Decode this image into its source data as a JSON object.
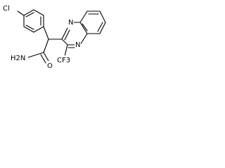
{
  "molecule": {
    "atom_labels": {
      "chlorine": "Cl",
      "amide_nitrogen": "H2N",
      "amide_oxygen": "O",
      "quinoxaline_n1": "N",
      "quinoxaline_n4": "N",
      "trifluoromethyl": "CF3"
    },
    "colors": {
      "bond": "#000000",
      "text": "#000000",
      "background": "#ffffff"
    }
  }
}
